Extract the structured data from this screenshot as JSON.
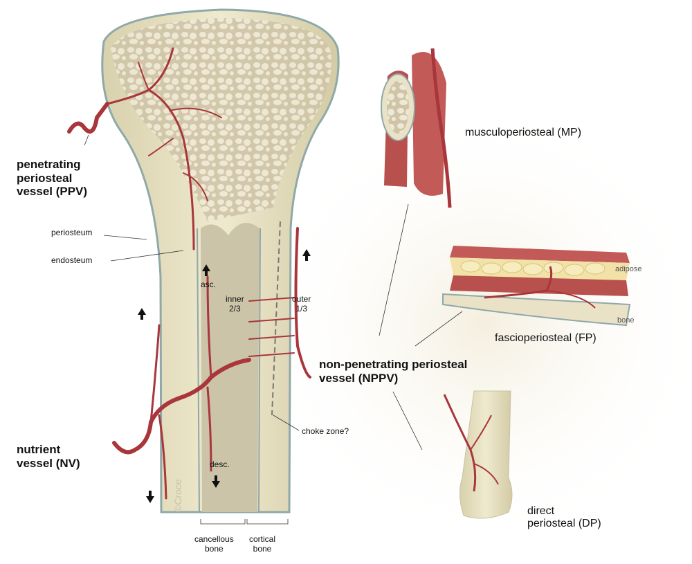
{
  "labels": {
    "ppv": "penetrating\nperiosteal\nvessel (PPV)",
    "periosteum": "periosteum",
    "endosteum": "endosteum",
    "asc": "asc.",
    "inner": "inner\n2/3",
    "outer": "outer\n1/3",
    "nutrient": "nutrient\nvessel (NV)",
    "desc": "desc.",
    "choke": "choke zone?",
    "cancellous": "cancellous\nbone",
    "cortical": "cortical\nbone",
    "nppv": "non-penetrating periosteal\nvessel (NPPV)",
    "mp": "musculoperiosteal (MP)",
    "adipose": "adipose",
    "bone_small": "bone",
    "fp": "fascioperiosteal (FP)",
    "dp": "direct\nperiosteal (DP)",
    "copyright": "©Croce"
  },
  "colors": {
    "vessel": "#a8363a",
    "vessel_highlight": "#d46a68",
    "bone": "#e9e2c6",
    "cortex": "#dcd5b0",
    "cancellous_fill": "#d9cfb4",
    "periosteum_line": "#8fa8a8",
    "muscle": "#b8504e",
    "adipose": "#f2e2a8"
  }
}
